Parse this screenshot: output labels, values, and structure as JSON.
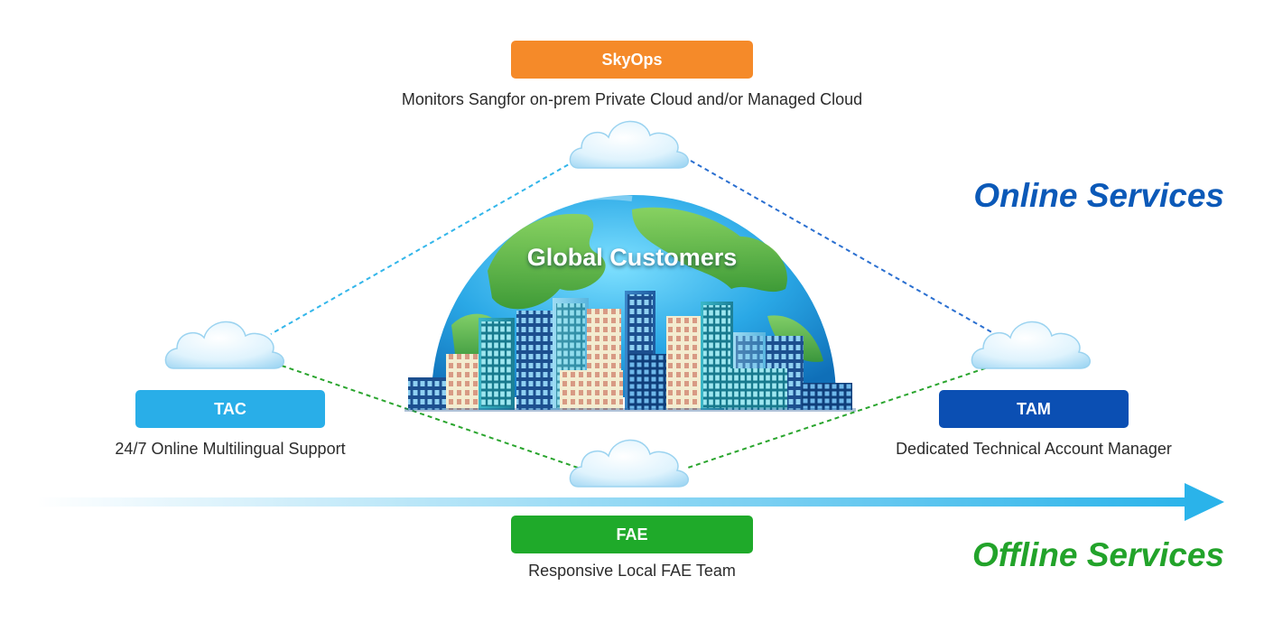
{
  "colors": {
    "skyops": "#f58a29",
    "tac": "#29aee8",
    "tam": "#0b4fb3",
    "fae": "#1faa2a",
    "online_text": "#0b59b8",
    "offline_text": "#22a32a",
    "arrow": "#2ab3ea",
    "dash_blue": "#2a7fd0",
    "dash_green": "#2aa52e"
  },
  "center": {
    "title": "Global Customers"
  },
  "services": {
    "skyops": {
      "label": "SkyOps",
      "description": "Monitors Sangfor on-prem Private Cloud and/or Managed Cloud"
    },
    "tac": {
      "label": "TAC",
      "description": "24/7 Online Multilingual Support"
    },
    "tam": {
      "label": "TAM",
      "description": "Dedicated Technical Account Manager"
    },
    "fae": {
      "label": "FAE",
      "description": "Responsive Local FAE Team"
    }
  },
  "categories": {
    "online": "Online Services",
    "offline": "Offline Services"
  },
  "icons": [
    "cloud-icon",
    "globe-icon",
    "city-buildings-icon",
    "arrow-icon"
  ]
}
